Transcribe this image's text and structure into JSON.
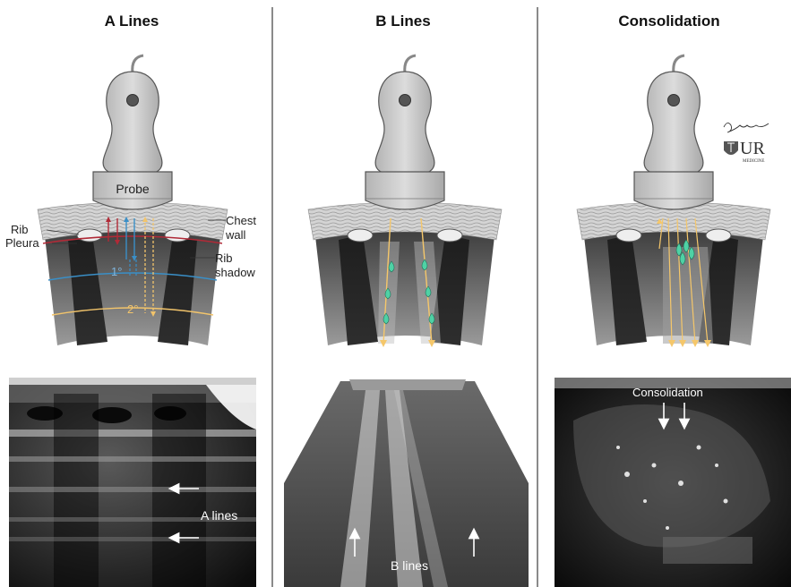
{
  "panels": [
    {
      "title": "A Lines",
      "us_label": "A lines"
    },
    {
      "title": "B Lines",
      "us_label": "B lines"
    },
    {
      "title": "Consolidation",
      "us_label": "Consolidation"
    }
  ],
  "diagram_labels": {
    "probe": "Probe",
    "rib": "Rib",
    "pleura": "Pleura",
    "chest_wall_1": "Chest",
    "chest_wall_2": "wall",
    "rib_shadow_1": "Rib",
    "rib_shadow_2": "shadow",
    "primary": "1°",
    "secondary": "2°"
  },
  "logo": {
    "text": "UR",
    "subtext": "MEDICINE"
  },
  "colors": {
    "probe": "#c8c8c8",
    "chest_wall": "#d9d9d9",
    "pleura_line": "#b02a37",
    "primary_line": "#3a8fc7",
    "secondary_line": "#f2c46b",
    "b_line": "#f5c76a",
    "fluid": "#4fd1a5"
  }
}
